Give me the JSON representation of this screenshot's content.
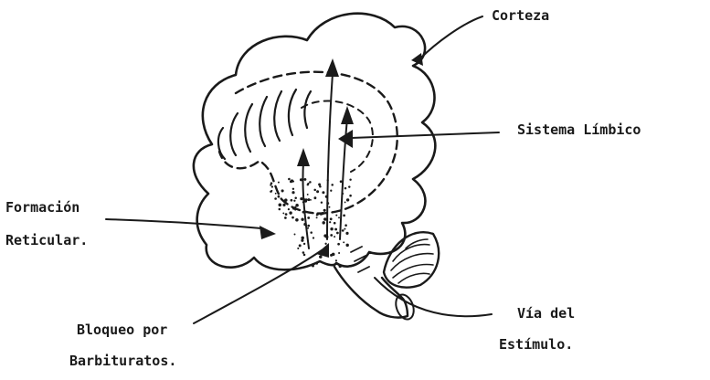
{
  "labels": {
    "cortex": "Corteza",
    "limbic": "Sistema Límbico",
    "reticular_line1": "Formación",
    "reticular_line2": "Reticular.",
    "block_line1": "Bloqueo por",
    "block_line2": "Barbituratos.",
    "pathway_line1": "Vía del",
    "pathway_line2": "Estímulo."
  },
  "colors": {
    "ink": "#1a1a1a",
    "background": "#ffffff"
  }
}
